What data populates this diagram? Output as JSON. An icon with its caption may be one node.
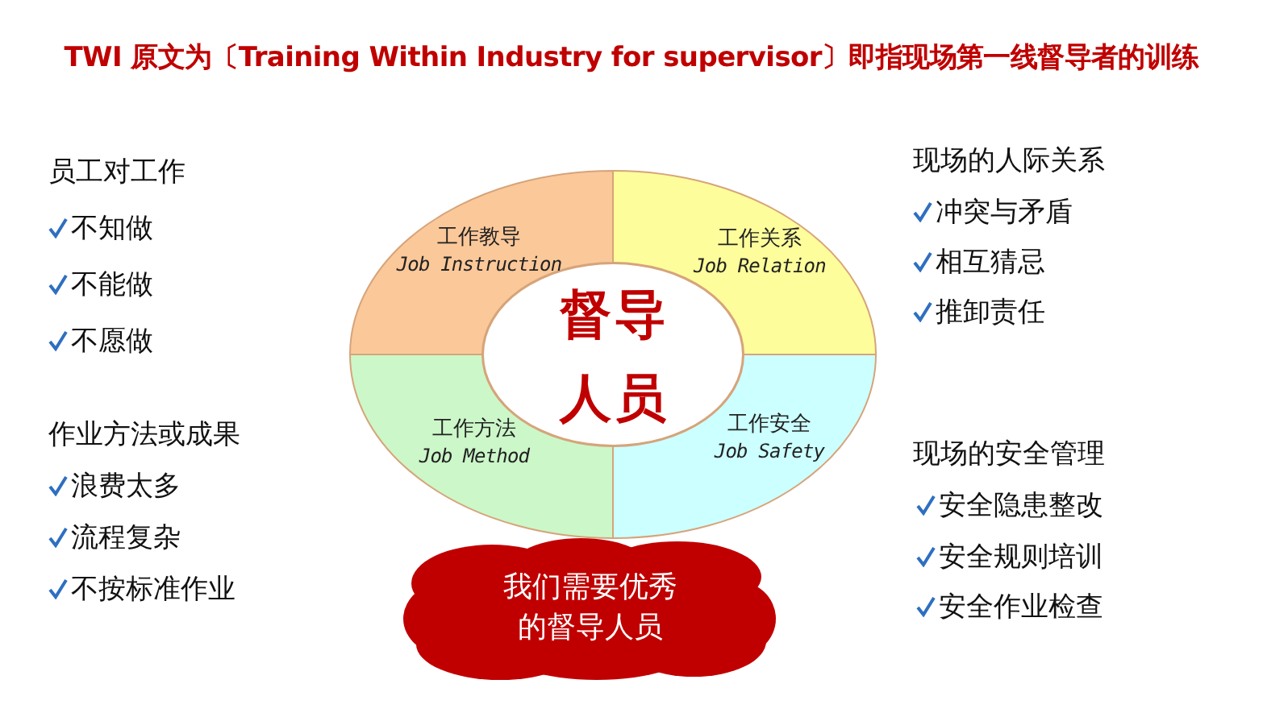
{
  "diagram": {
    "title": "TWI 原文为〔Training Within Industry for supervisor〕即指现场第一线督导者的训练",
    "nodes": [
      {
        "text": [
          "工作教导",
          "Job Instruction"
        ]
      },
      {
        "text": [
          "工作关系",
          "Job Relation"
        ]
      },
      {
        "text": [
          "工作方法",
          "Job Method"
        ]
      },
      {
        "text": [
          "工作安全",
          "Job Safety"
        ]
      },
      {
        "text": [
          "督导人员"
        ]
      },
      {
        "text": [
          "我们需要优秀的督导人员"
        ]
      }
    ],
    "edges": [],
    "labels": [
      "员工对工作",
      "不知做",
      "不能做",
      "不愿做",
      "作业方法或成果",
      "浪费太多",
      "流程复杂",
      "不按标准作业",
      "现场的人际关系",
      "冲突与矛盾",
      "相互猜忌",
      "推卸责任",
      "现场的安全管理",
      "安全隐患整改",
      "安全规则培训",
      "安全作业检查"
    ]
  }
}
